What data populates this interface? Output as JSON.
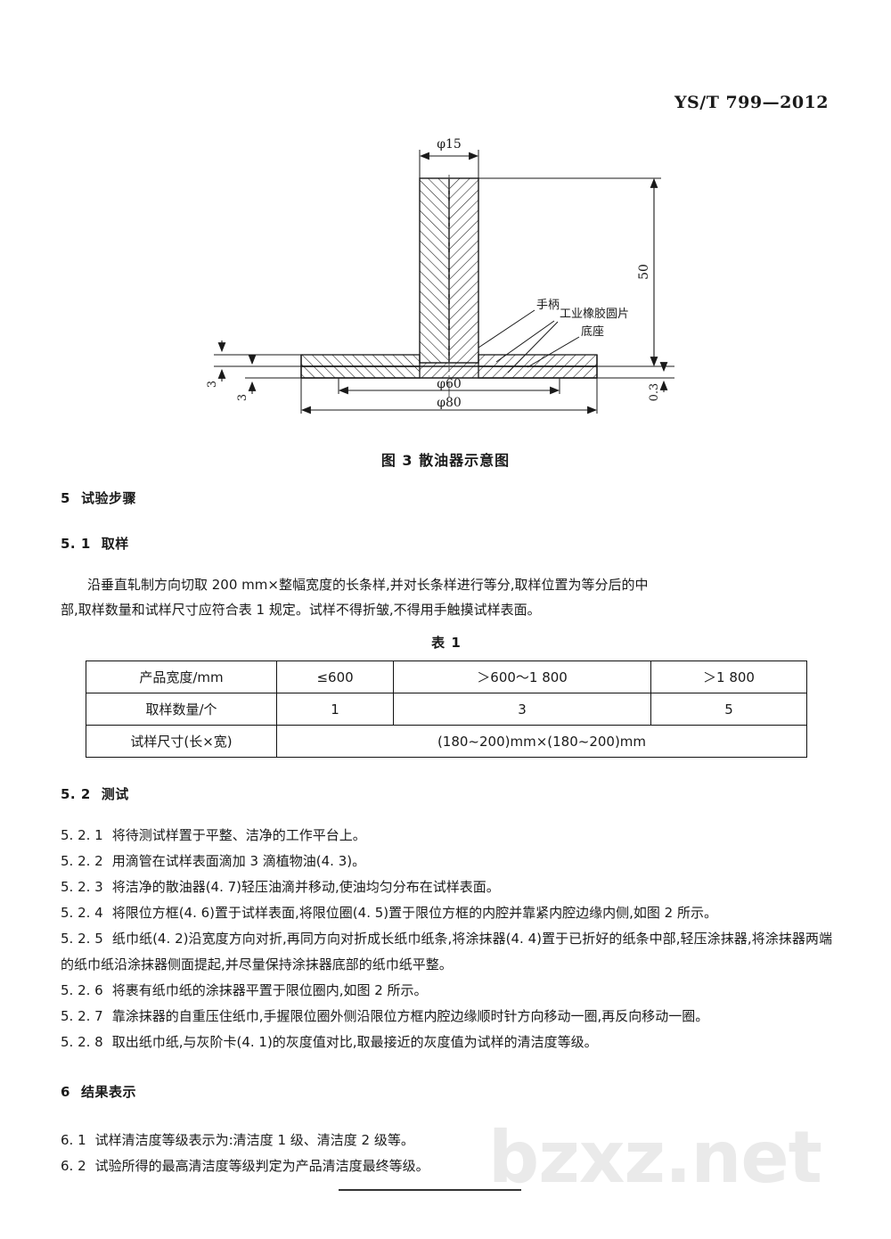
{
  "header": {
    "standard_code": "YS/T 799—2012"
  },
  "watermark": {
    "text": "bzxz.net"
  },
  "figure": {
    "caption": "图 3   散油器示意图",
    "dimensions": {
      "top_diameter": "φ15",
      "height": "50",
      "rubber_thickness": "3",
      "base_thickness": "3",
      "gap": "0.3",
      "inner_diameter": "φ60",
      "outer_diameter": "φ80"
    },
    "labels": {
      "handle": "手柄",
      "rubber_disc": "工业橡胶圆片",
      "base": "底座"
    }
  },
  "sections": {
    "s5": {
      "num": "5",
      "title": "试验步骤"
    },
    "s5_1": {
      "num": "5. 1",
      "title": "取样",
      "body_line1": "沿垂直轧制方向切取 200 mm×整幅宽度的长条样,并对长条样进行等分,取样位置为等分后的中",
      "body_line2": "部,取样数量和试样尺寸应符合表 1 规定。试样不得折皱,不得用手触摸试样表面。"
    },
    "s5_2": {
      "num": "5. 2",
      "title": "测试",
      "items": [
        {
          "num": "5. 2. 1",
          "text": "将待测试样置于平整、洁净的工作平台上。"
        },
        {
          "num": "5. 2. 2",
          "text": "用滴管在试样表面滴加 3 滴植物油(4. 3)。"
        },
        {
          "num": "5. 2. 3",
          "text": "将洁净的散油器(4. 7)轻压油滴并移动,使油均匀分布在试样表面。"
        },
        {
          "num": "5. 2. 4",
          "text": "将限位方框(4. 6)置于试样表面,将限位圈(4. 5)置于限位方框的内腔并靠紧内腔边缘内侧,如图 2 所示。"
        },
        {
          "num": "5. 2. 5",
          "text": "纸巾纸(4. 2)沿宽度方向对折,再同方向对折成长纸巾纸条,将涂抹器(4. 4)置于已折好的纸条中部,轻压涂抹器,将涂抹器两端的纸巾纸沿涂抹器侧面提起,并尽量保持涂抹器底部的纸巾纸平整。"
        },
        {
          "num": "5. 2. 6",
          "text": "将裹有纸巾纸的涂抹器平置于限位圈内,如图 2 所示。"
        },
        {
          "num": "5. 2. 7",
          "text": "靠涂抹器的自重压住纸巾,手握限位圈外侧沿限位方框内腔边缘顺时针方向移动一圈,再反向移动一圈。"
        },
        {
          "num": "5. 2. 8",
          "text": "取出纸巾纸,与灰阶卡(4. 1)的灰度值对比,取最接近的灰度值为试样的清洁度等级。"
        }
      ]
    },
    "s6": {
      "num": "6",
      "title": "结果表示",
      "items": [
        {
          "num": "6. 1",
          "text": "试样清洁度等级表示为:清洁度 1 级、清洁度 2 级等。"
        },
        {
          "num": "6. 2",
          "text": "试验所得的最高清洁度等级判定为产品清洁度最终等级。"
        }
      ]
    }
  },
  "table1": {
    "title": "表 1",
    "rows": [
      {
        "head": "产品宽度/mm",
        "cells": [
          "≤600",
          "＞600～1 800",
          "＞1 800"
        ]
      },
      {
        "head": "取样数量/个",
        "cells": [
          "1",
          "3",
          "5"
        ]
      }
    ],
    "last_row": {
      "head": "试样尺寸(长×宽)",
      "value": "(180~200)mm×(180~200)mm"
    }
  }
}
